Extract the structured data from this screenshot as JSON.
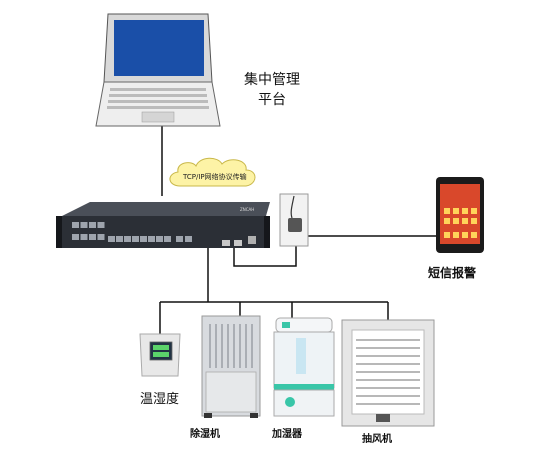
{
  "labels": {
    "management": "集中管理平台",
    "network": "TCP/IP网络协议传输",
    "sms_alarm": "短信报警",
    "temp_humidity": "温湿度",
    "dehumidifier": "除湿机",
    "humidifier": "加湿器",
    "exhaust_fan": "抽风机",
    "device_brand": "ZNCAH"
  },
  "colors": {
    "line": "#111111",
    "cloud": "#fdf3a6",
    "cloud_stroke": "#c9b84a",
    "screen": "#1a4fa8",
    "device_body": "#2b2f36",
    "humidifier_accent": "#39c6a8"
  }
}
